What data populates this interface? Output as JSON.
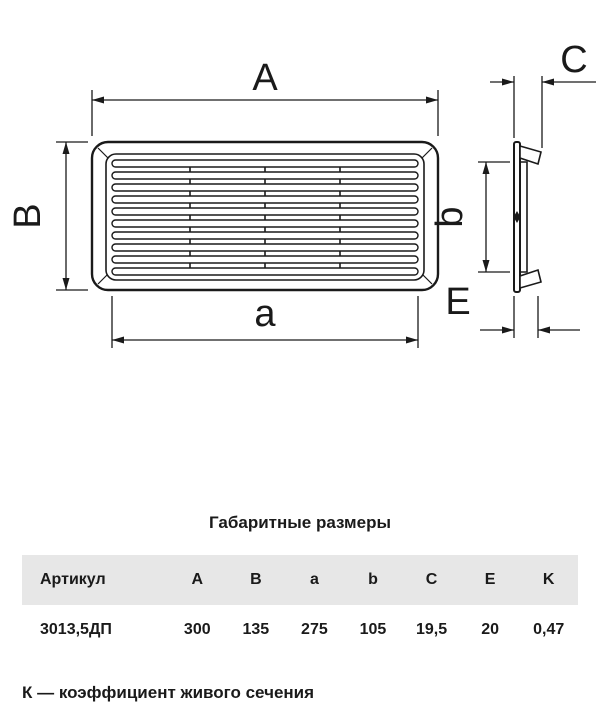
{
  "colors": {
    "line": "#1a1a1a",
    "table_header_bg": "#e7e7e7",
    "background": "#ffffff"
  },
  "drawing": {
    "labels": {
      "A": "A",
      "B": "B",
      "a": "a",
      "b": "b",
      "C": "C",
      "E": "E"
    }
  },
  "table": {
    "title": "Габаритные размеры",
    "headers": [
      "Артикул",
      "A",
      "B",
      "a",
      "b",
      "C",
      "E",
      "K"
    ],
    "row": [
      "3013,5ДП",
      "300",
      "135",
      "275",
      "105",
      "19,5",
      "20",
      "0,47"
    ]
  },
  "note": "К — коэффициент живого сечения"
}
